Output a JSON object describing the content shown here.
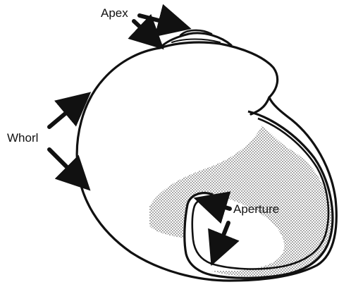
{
  "diagram": {
    "labels": {
      "apex": "Apex",
      "whorl": "Whorl",
      "aperture": "Aperture"
    },
    "colors": {
      "ink": "#111111",
      "stipple": "#7a7a7a",
      "background": "#ffffff"
    }
  }
}
